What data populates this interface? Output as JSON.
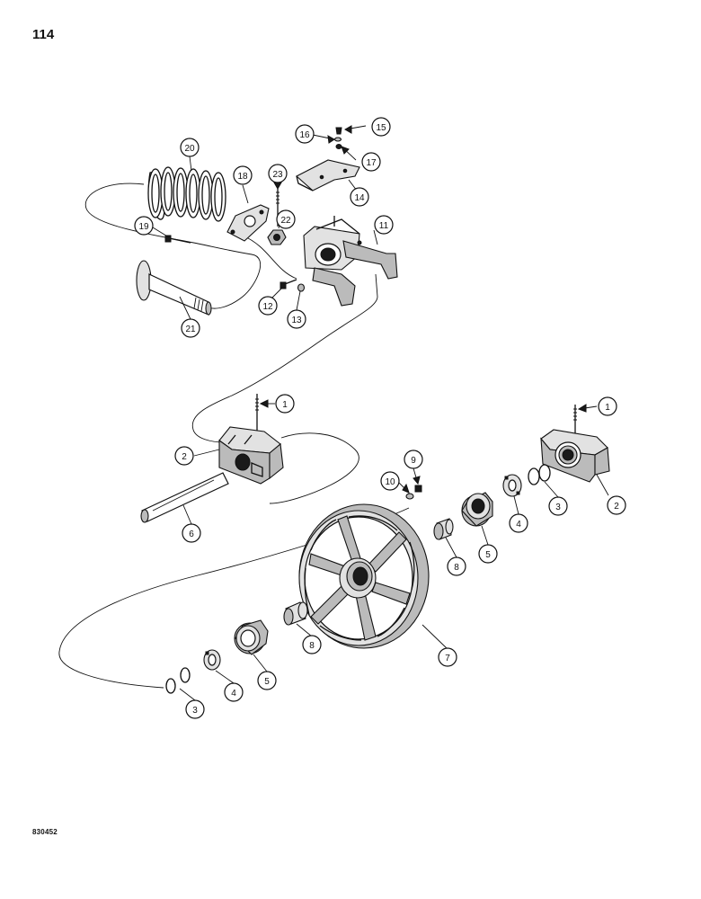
{
  "page_number": "114",
  "drawing_code": "830452",
  "callouts": [
    "1",
    "1",
    "2",
    "2",
    "3",
    "3",
    "3",
    "4",
    "4",
    "5",
    "5",
    "6",
    "7",
    "8",
    "8",
    "9",
    "10",
    "11",
    "12",
    "13",
    "14",
    "15",
    "16",
    "17",
    "18",
    "19",
    "20",
    "21",
    "22",
    "23"
  ],
  "colors": {
    "ink": "#111111",
    "paper": "#ffffff"
  }
}
